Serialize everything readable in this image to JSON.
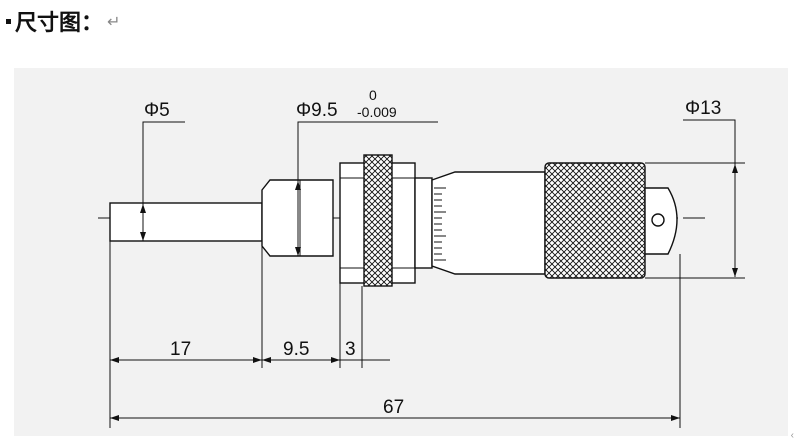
{
  "heading": {
    "text": "尺寸图：",
    "return_mark": "↵"
  },
  "drawing": {
    "background": "#f2f2f2",
    "line_color": "#111111",
    "dims": {
      "d_spindle": "Φ5",
      "d_sleeve": "Φ9.5",
      "tol_upper": "0",
      "tol_lower": "-0.009",
      "d_thimble": "Φ13",
      "len_spindle": "17",
      "len_sleeve": "9.5",
      "len_nut": "3",
      "len_total": "67"
    }
  },
  "stray_mark": "‹"
}
